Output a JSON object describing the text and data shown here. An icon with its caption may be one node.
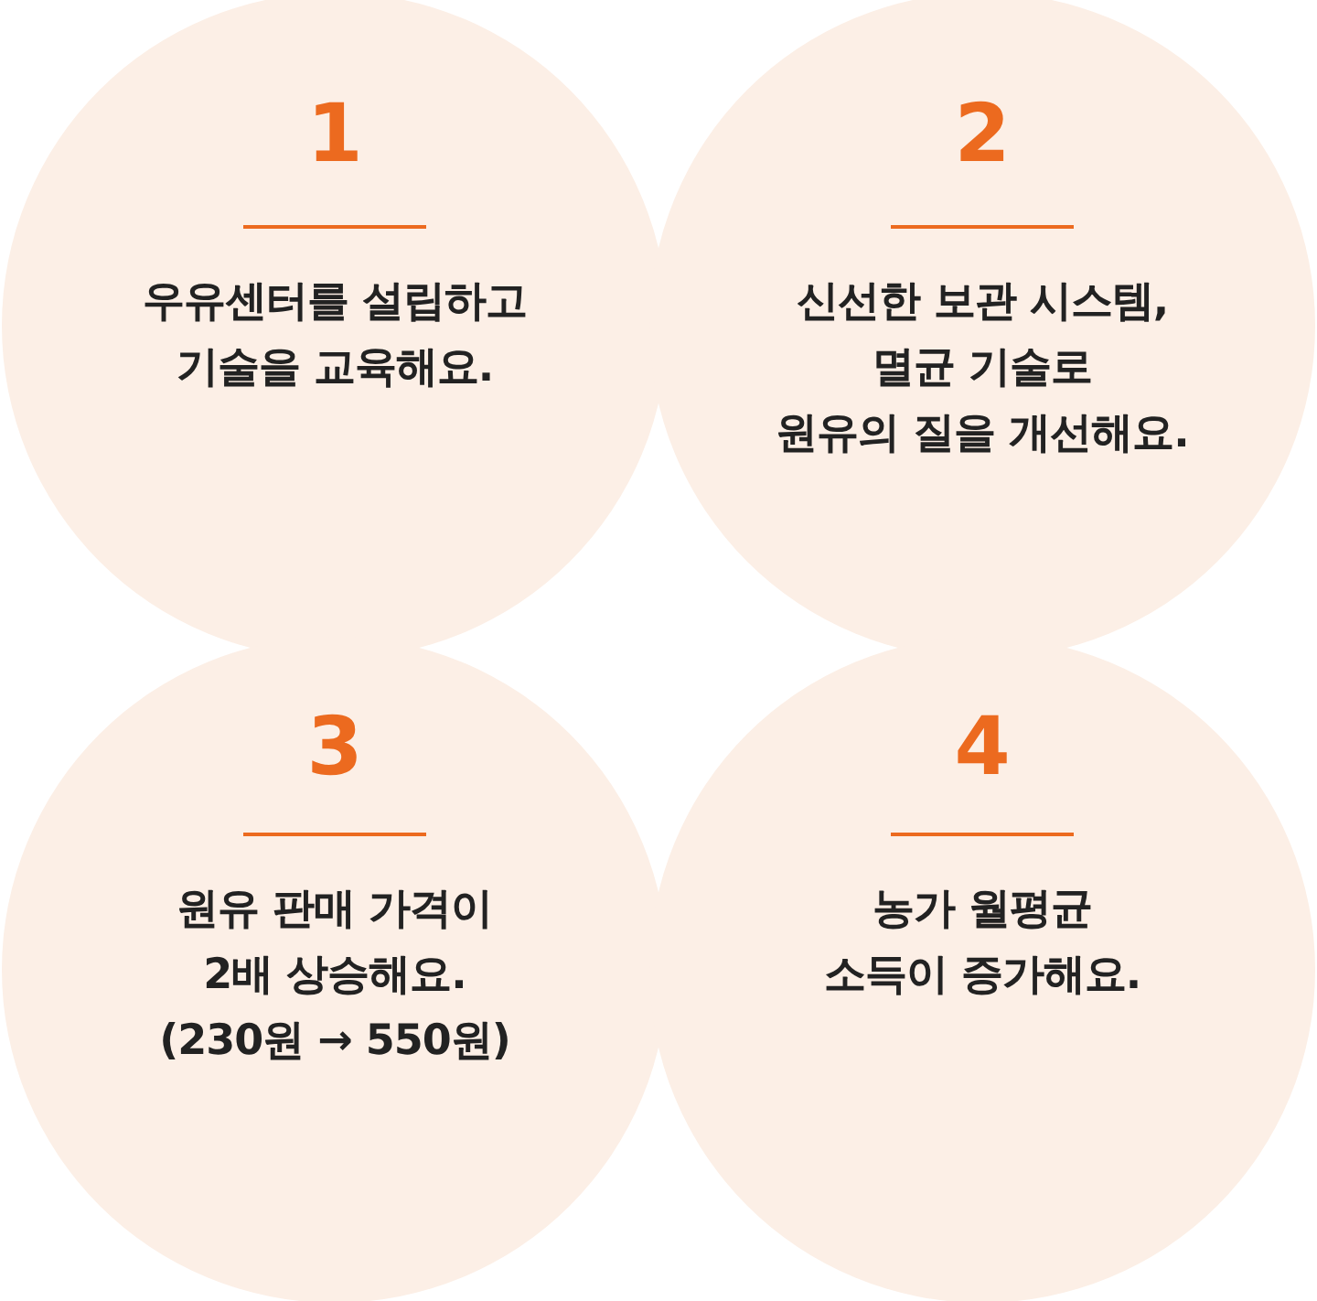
{
  "diagram": {
    "nodes": [
      {
        "text": [
          "1",
          "우유센터를 설립하고 기술을 교육해요."
        ]
      },
      {
        "text": [
          "2",
          "신선한 보관 시스템, 멸균 기술로 원유의 질을 개선해요."
        ]
      },
      {
        "text": [
          "3",
          "원유 판매 가격이 2배 상승해요. (230원 → 550원)"
        ]
      },
      {
        "text": [
          "4",
          "농가 월평균 소득이 증가해요."
        ]
      }
    ]
  }
}
